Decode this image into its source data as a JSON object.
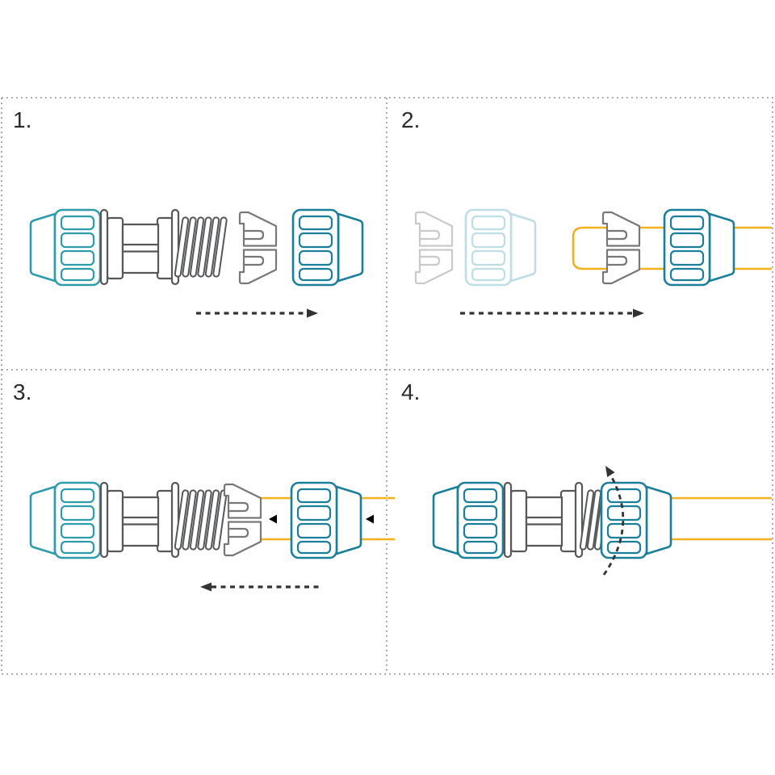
{
  "panels": [
    {
      "label": "1.",
      "arrow": "right"
    },
    {
      "label": "2.",
      "arrow": "right"
    },
    {
      "label": "3.",
      "arrow": "left"
    },
    {
      "label": "4.",
      "arrow": "rotate"
    }
  ],
  "colors": {
    "background": "#ffffff",
    "teal": "#1b7f9a",
    "teal_light": "#2e9cab",
    "teal_faded": "#bedde5",
    "grey_body": "#57585a",
    "grey_ring": "#77787a",
    "grey_faded": "#c9cacc",
    "yellow": "#f2b21e",
    "arrow": "#333333",
    "border": "#8a8a8a",
    "label": "#2b2b2b"
  }
}
